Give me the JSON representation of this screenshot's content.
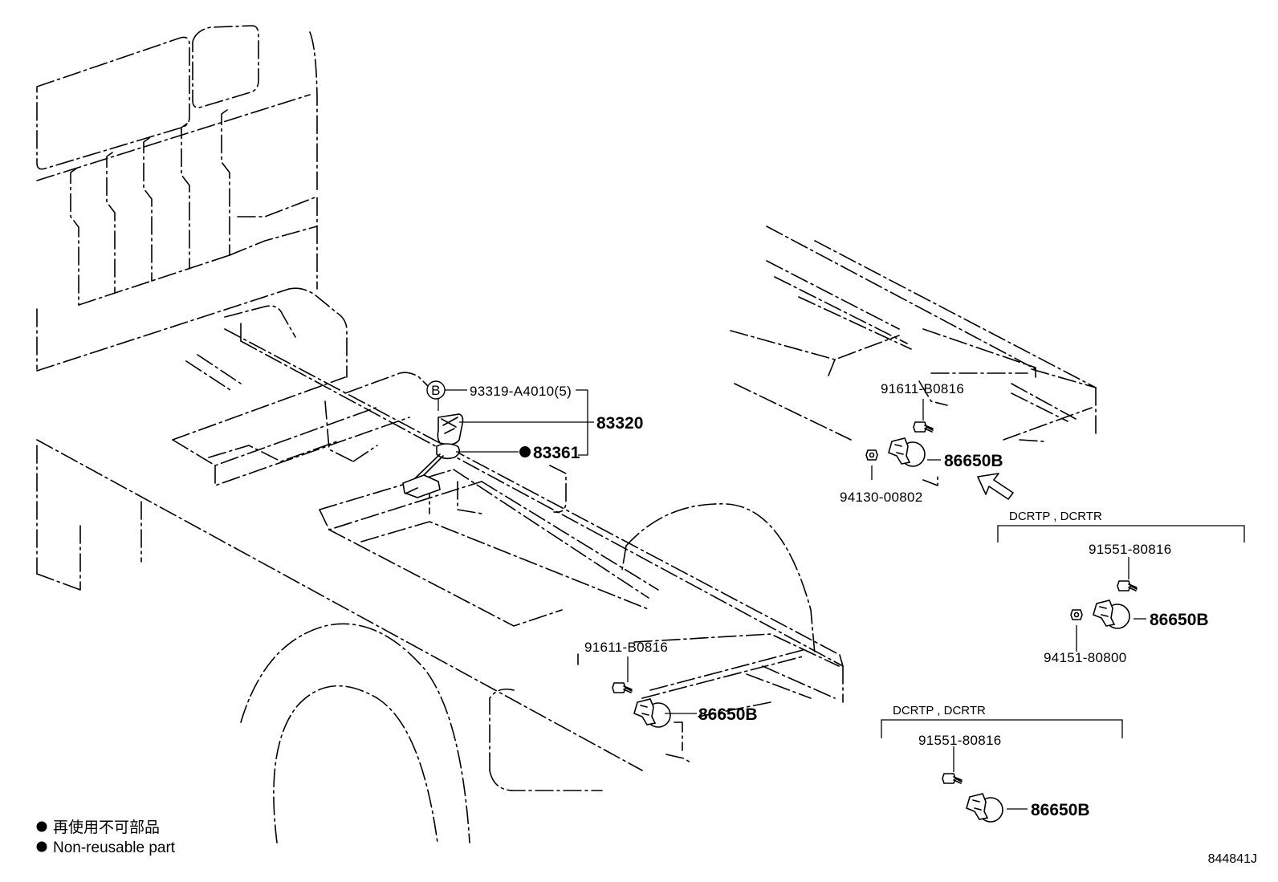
{
  "callouts": {
    "fuel_clip_bolt": "93319-A4010(5)",
    "fuel_clip_marker": "B",
    "sender_gauge": "83320",
    "gasket": "83361",
    "bolt_lower": "91611-B0816",
    "horn_lower": "86650B",
    "bolt_upper": "91611-B0816",
    "horn_upper": "86650B",
    "nut_upper": "94130-00802"
  },
  "group_right": {
    "label": "DCRTP , DCRTR",
    "bolt": "91551-80816",
    "horn": "86650B",
    "nut": "94151-80800"
  },
  "group_bottom": {
    "label": "DCRTP , DCRTR",
    "bolt": "91551-80816",
    "horn": "86650B"
  },
  "legend": {
    "line_ja": "再使用不可部品",
    "line_en": "Non-reusable part"
  },
  "figure_id": "844841J"
}
